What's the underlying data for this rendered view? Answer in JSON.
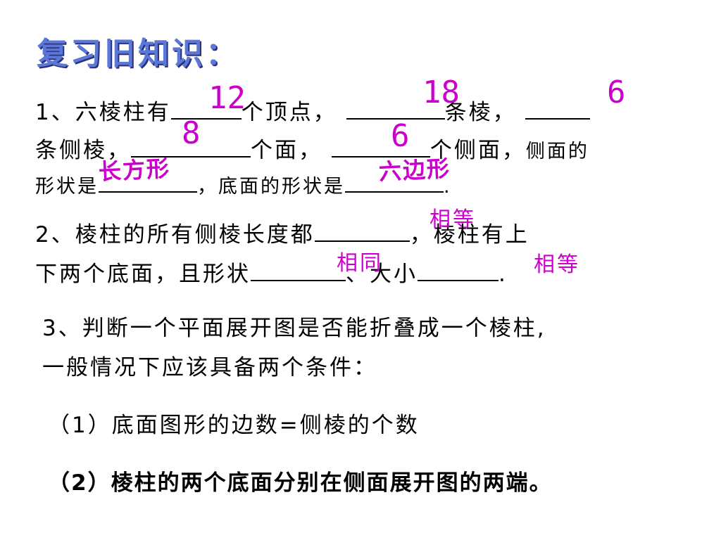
{
  "title": "复习旧知识：",
  "q1": {
    "line1_a": "1、六棱柱有",
    "line1_b": "个顶点，",
    "line1_c": "条棱，",
    "line2_a": "条侧棱，",
    "line2_b": "个面，",
    "line2_c": "个侧面，",
    "line2_d": "侧面的",
    "line3_a": "形状是",
    "line3_b": "，底面的形状是",
    "line3_c": ".",
    "answers": {
      "vertices": "12",
      "edges": "18",
      "lateral_edges": "6",
      "faces": "8",
      "lateral_faces": "6",
      "lateral_shape": "长方形",
      "base_shape": "六边形"
    }
  },
  "q2": {
    "line1_a": "2、棱柱的所有侧棱长度都",
    "line1_b": "，棱柱有上",
    "line2_a": "下两个底面，且形状",
    "line2_b": "、大小",
    "line2_c": ".",
    "answers": {
      "lateral_lengths": "相等",
      "shape": "相同",
      "size": "相等"
    }
  },
  "q3": {
    "line1": "3、判断一个平面展开图是否能折叠成一个棱柱,",
    "line2": "一般情况下应该具备两个条件：",
    "cond1": "（1）底面图形的边数=侧棱的个数",
    "cond2": "（2）棱柱的两个底面分别在侧面展开图的两端。"
  }
}
